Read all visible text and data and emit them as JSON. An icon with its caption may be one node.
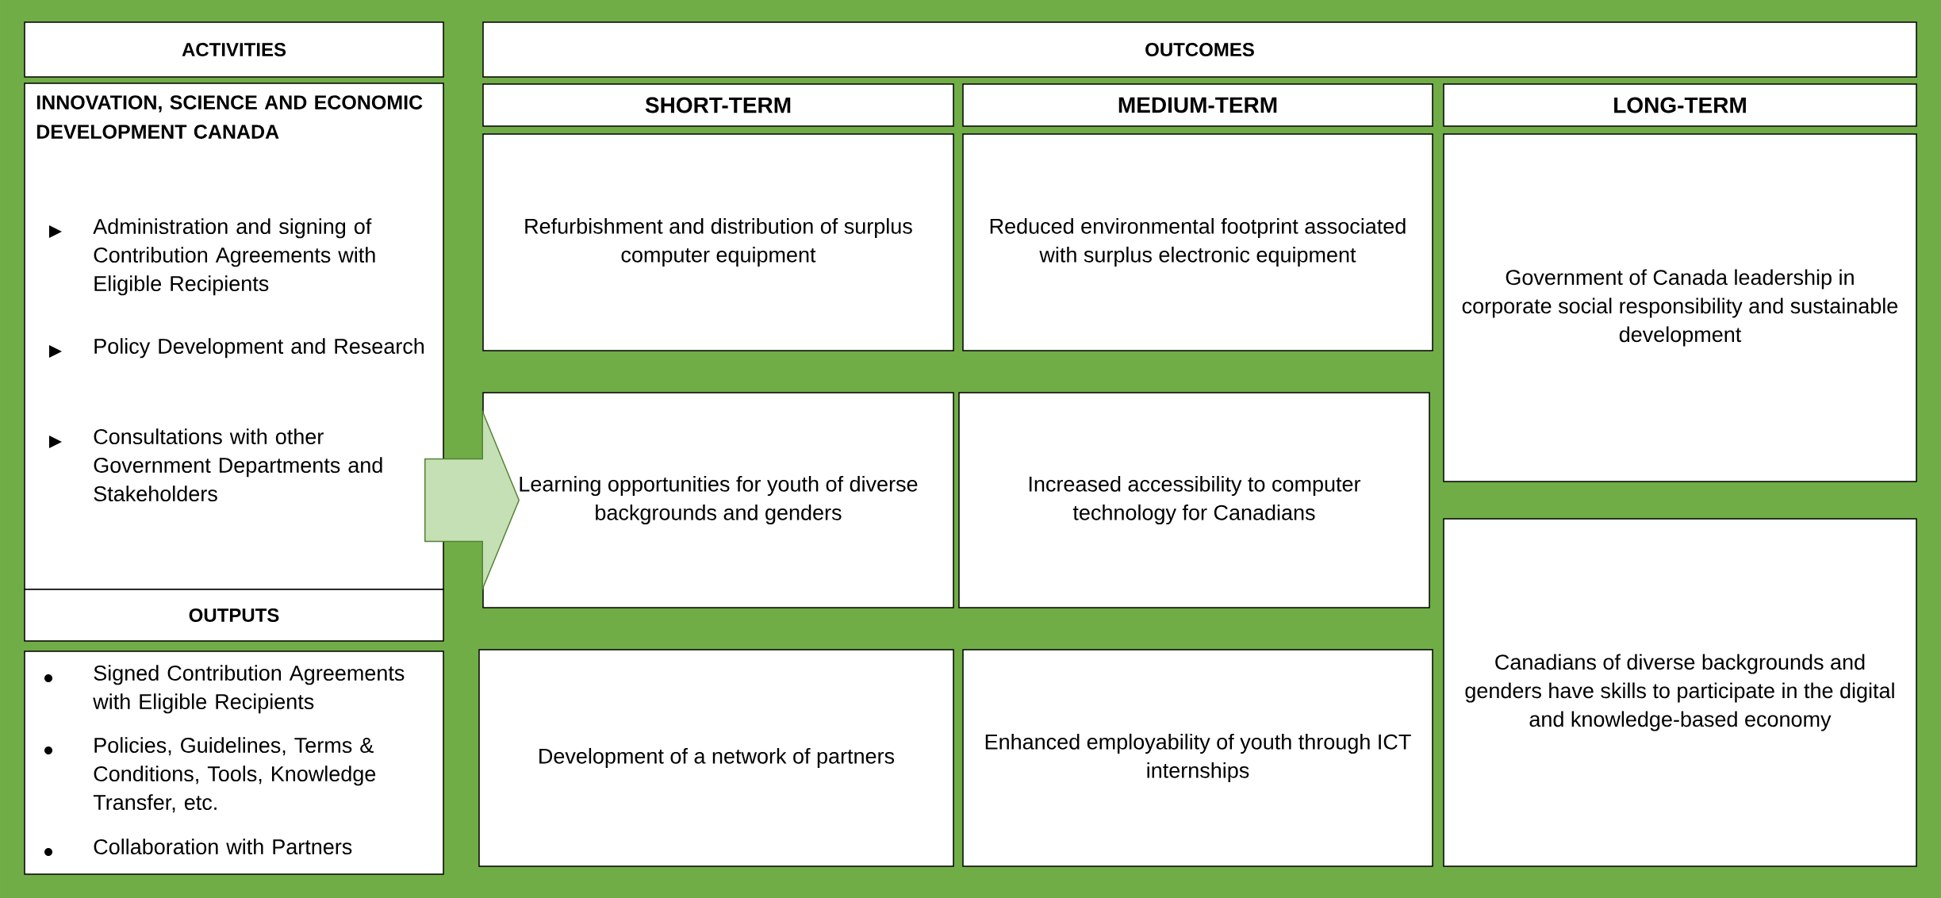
{
  "diagram": {
    "nodes": [
      {
        "text": [
          "ACTIVITIES"
        ]
      },
      {
        "text": [
          "INNOVATION, SCIENCE AND ECONOMIC DEVELOPMENT CANADA",
          "Administration and signing of Contribution Agreements with Eligible Recipients",
          "Policy Development and Research",
          "Consultations with other Government Departments and Stakeholders"
        ]
      },
      {
        "text": [
          "OUTPUTS"
        ]
      },
      {
        "text": [
          "Signed Contribution Agreements with Eligible Recipients",
          "Policies, Guidelines, Terms & Conditions, Tools, Knowledge Transfer, etc.",
          "Collaboration with Partners"
        ]
      },
      {
        "text": [
          "OUTCOMES"
        ]
      },
      {
        "text": [
          "SHORT-TERM"
        ]
      },
      {
        "text": [
          "MEDIUM-TERM"
        ]
      },
      {
        "text": [
          "LONG-TERM"
        ]
      },
      {
        "text": [
          "Refurbishment and distribution of surplus computer equipment"
        ]
      },
      {
        "text": [
          "Reduced environmental footprint associated with surplus electronic equipment"
        ]
      },
      {
        "text": [
          "Government of Canada leadership in corporate social responsibility and sustainable development"
        ]
      },
      {
        "text": [
          "Learning opportunities for youth of diverse backgrounds and genders"
        ]
      },
      {
        "text": [
          "Increased accessibility to computer technology for Canadians"
        ]
      },
      {
        "text": [
          "Canadians of diverse backgrounds and genders have skills to participate in the digital and knowledge-based economy"
        ]
      },
      {
        "text": [
          "Development of a network of partners"
        ]
      },
      {
        "text": [
          "Enhanced employability of youth through ICT internships"
        ]
      }
    ],
    "edges": [
      {
        "from": 1,
        "to": 11,
        "arrow": "to"
      }
    ]
  }
}
